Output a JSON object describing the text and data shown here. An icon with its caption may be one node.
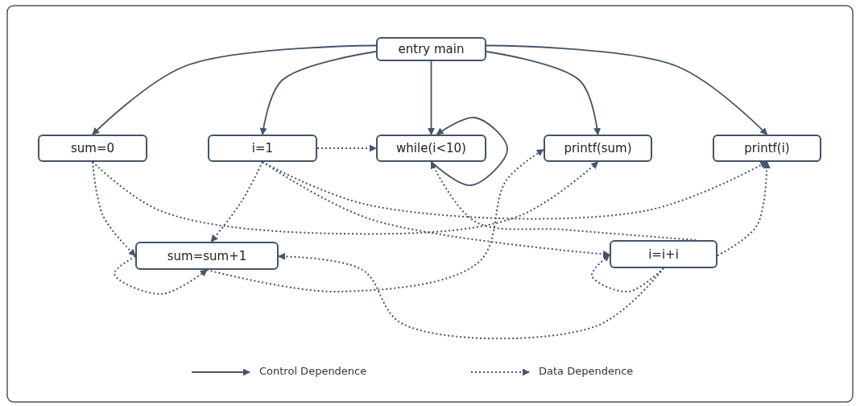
{
  "diagram": {
    "nodes": [
      {
        "text": [
          "entry main"
        ]
      },
      {
        "text": [
          "sum=0"
        ]
      },
      {
        "text": [
          "i=1"
        ]
      },
      {
        "text": [
          "while(i<10)"
        ]
      },
      {
        "text": [
          "printf(sum)"
        ]
      },
      {
        "text": [
          "printf(i)"
        ]
      },
      {
        "text": [
          "sum=sum+1"
        ]
      },
      {
        "text": [
          "i=i+i"
        ]
      }
    ],
    "edges": [
      {
        "from": 0,
        "to": 1,
        "arrow": "to"
      },
      {
        "from": 0,
        "to": 2,
        "arrow": "to"
      },
      {
        "from": 0,
        "to": 3,
        "arrow": "to"
      },
      {
        "from": 0,
        "to": 4,
        "arrow": "to"
      },
      {
        "from": 0,
        "to": 5,
        "arrow": "to"
      },
      {
        "from": 3,
        "to": 3,
        "arrow": "to"
      },
      {
        "from": 2,
        "to": 3,
        "arrow": "to",
        "style": "dashed"
      },
      {
        "from": 1,
        "to": 6,
        "arrow": "to",
        "style": "dashed"
      },
      {
        "from": 1,
        "to": 4,
        "arrow": "to",
        "style": "dashed"
      },
      {
        "from": 2,
        "to": 6,
        "arrow": "to",
        "style": "dashed"
      },
      {
        "from": 2,
        "to": 5,
        "arrow": "to",
        "style": "dashed"
      },
      {
        "from": 2,
        "to": 7,
        "arrow": "to",
        "style": "dashed"
      },
      {
        "from": 6,
        "to": 6,
        "arrow": "to",
        "style": "dashed"
      },
      {
        "from": 6,
        "to": 4,
        "arrow": "to",
        "style": "dashed"
      },
      {
        "from": 7,
        "to": 6,
        "arrow": "to",
        "style": "dashed"
      },
      {
        "from": 7,
        "to": 7,
        "arrow": "to",
        "style": "dashed"
      },
      {
        "from": 7,
        "to": 3,
        "arrow": "to",
        "style": "dashed"
      },
      {
        "from": 7,
        "to": 5,
        "arrow": "to",
        "style": "dashed"
      }
    ],
    "legend": [
      {
        "text": "Control Dependence"
      },
      {
        "text": "Data Dependence"
      }
    ]
  }
}
